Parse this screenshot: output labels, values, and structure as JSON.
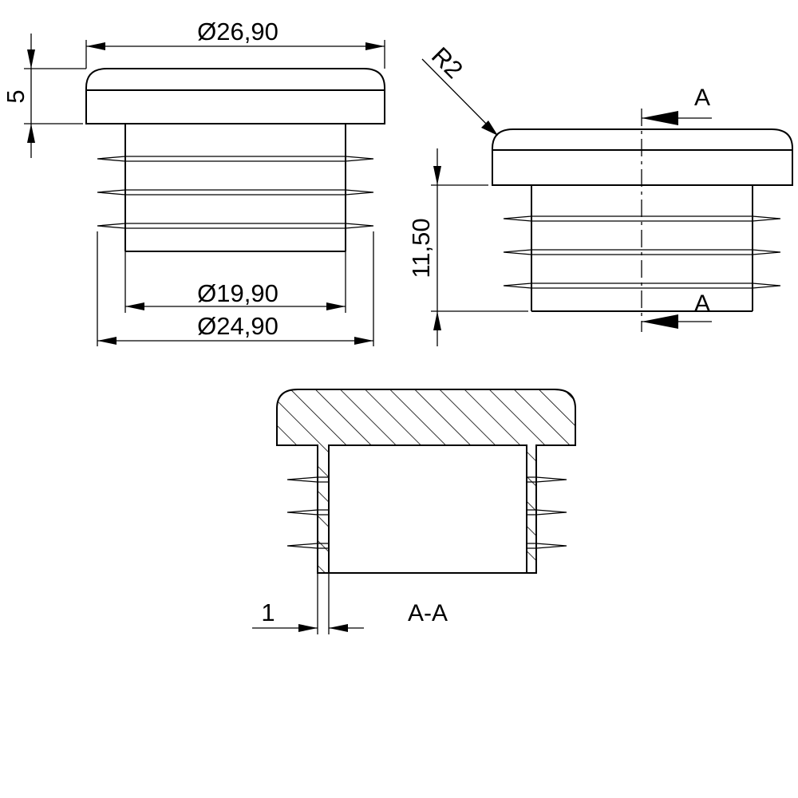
{
  "dimensions": {
    "cap_diameter": "Ø26,90",
    "cap_height": "5",
    "inner_diameter": "Ø19,90",
    "fin_diameter": "Ø24,90",
    "radius": "R2",
    "overall_height": "11,50",
    "wall_thickness": "1"
  },
  "section": {
    "marker_top": "A",
    "marker_bottom": "A",
    "title": "A-A"
  }
}
